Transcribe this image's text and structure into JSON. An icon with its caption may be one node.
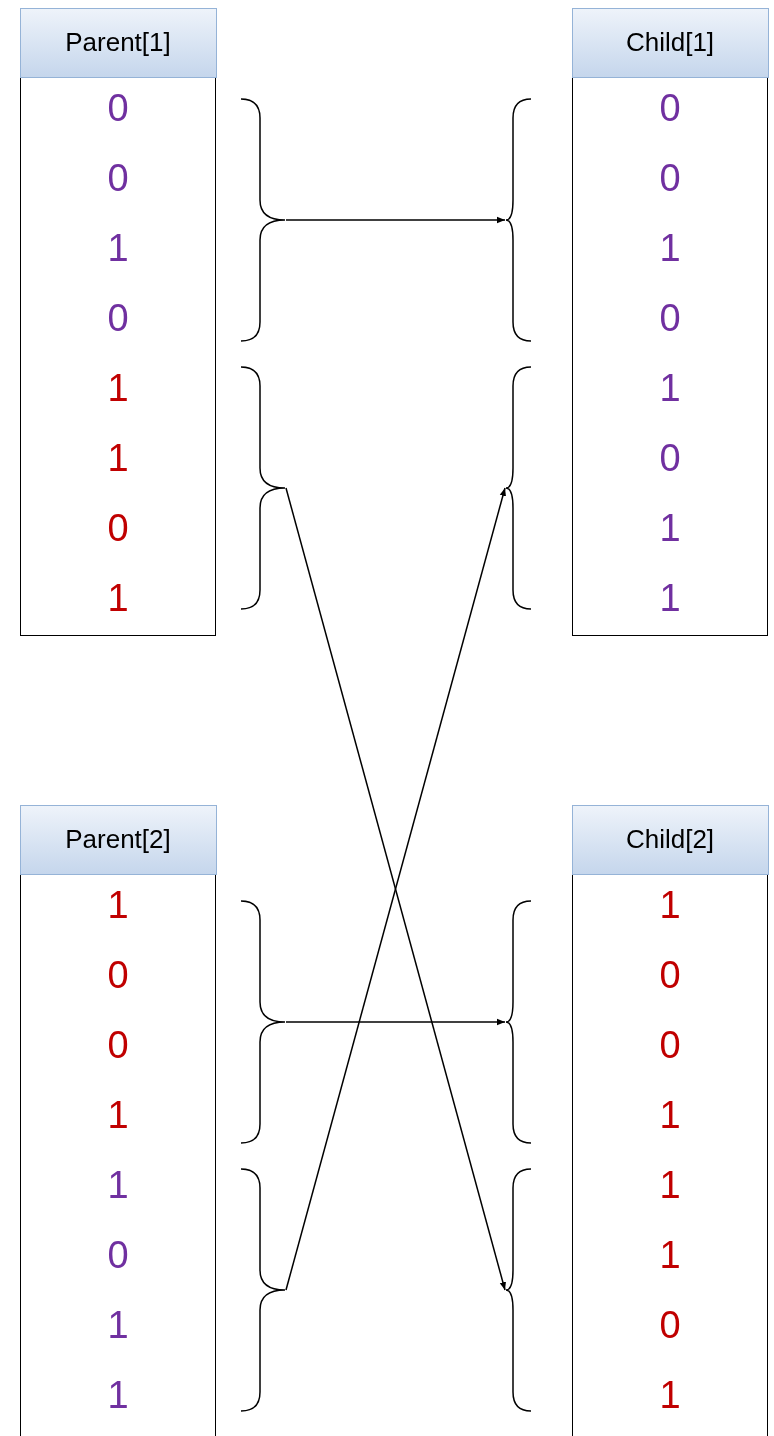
{
  "diagram": {
    "nodes": [
      {
        "text": [
          "Parent[1]",
          "0",
          "0",
          "1",
          "0",
          "1",
          "1",
          "0",
          "1"
        ]
      },
      {
        "text": [],
        "shape": "bracket"
      },
      {
        "text": [],
        "shape": "bracket"
      },
      {
        "text": [
          "Child[1]",
          "0",
          "0",
          "1",
          "0",
          "1",
          "0",
          "1",
          "1"
        ]
      },
      {
        "text": [],
        "shape": "bracket"
      },
      {
        "text": [],
        "shape": "bracket"
      },
      {
        "text": [
          "Parent[2]",
          "1",
          "0",
          "0",
          "1",
          "1",
          "0",
          "1",
          "1"
        ]
      },
      {
        "text": [],
        "shape": "bracket"
      },
      {
        "text": [],
        "shape": "bracket"
      },
      {
        "text": [
          "Child[2]",
          "1",
          "0",
          "0",
          "1",
          "1",
          "1",
          "0",
          "1"
        ]
      },
      {
        "text": [],
        "shape": "bracket"
      },
      {
        "text": [],
        "shape": "bracket"
      }
    ],
    "edges": [
      {
        "from": 1,
        "to": 4,
        "arrow": "to"
      },
      {
        "from": 2,
        "to": 11,
        "arrow": "to"
      },
      {
        "from": 7,
        "to": 10,
        "arrow": "to"
      },
      {
        "from": 8,
        "to": 5,
        "arrow": "to"
      }
    ]
  }
}
